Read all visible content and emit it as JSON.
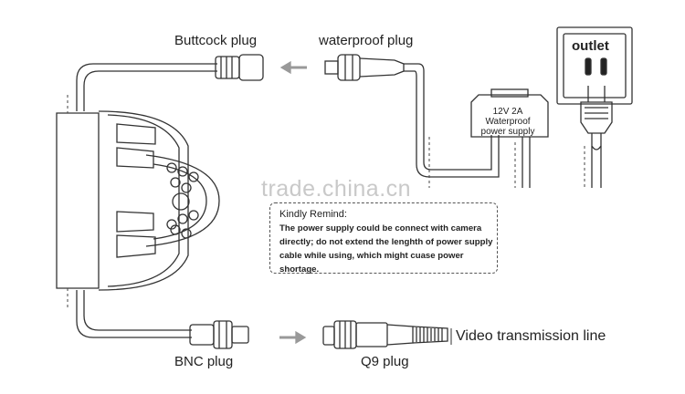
{
  "labels": {
    "buttcock_plug": "Buttcock plug",
    "waterproof_plug": "waterproof plug",
    "bnc_plug": "BNC plug",
    "q9_plug": "Q9 plug",
    "video_line": "Video transmission line",
    "outlet": "outlet"
  },
  "power_supply": {
    "line1": "12V 2A",
    "line2": "Waterproof",
    "line3": "power supply"
  },
  "watermark": "trade.china.cn",
  "reminder": {
    "title": "Kindly Remind:",
    "body": "The power supply could be connect with camera directly; do not extend the lenghth of power supply cable while using, which might cuase  power shortage."
  }
}
